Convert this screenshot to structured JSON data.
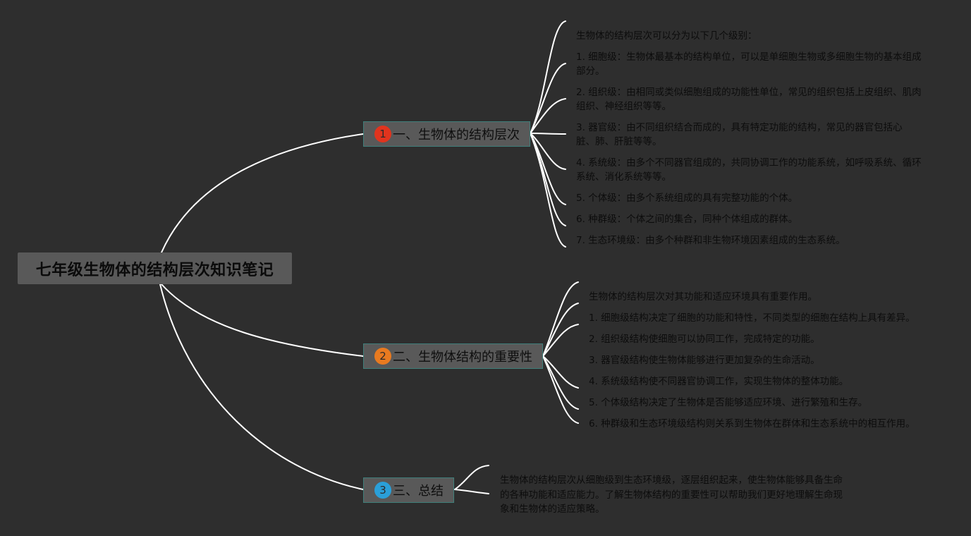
{
  "colors": {
    "background": "#2e2e2e",
    "node_fill": "#595959",
    "node_border": "#3f7f7a",
    "link": "#ffffff"
  },
  "root": {
    "title": "七年级生物体的结构层次知识笔记"
  },
  "branches": [
    {
      "number": "1",
      "badge_color": "#e0341e",
      "label": "一、生物体的结构层次",
      "items": [
        "生物体的结构层次可以分为以下几个级别：",
        "1. 细胞级：生物体最基本的结构单位，可以是单细胞生物或多细胞生物的基本组成部分。",
        "2. 组织级：由相同或类似细胞组成的功能性单位，常见的组织包括上皮组织、肌肉组织、神经组织等等。",
        "3. 器官级：由不同组织结合而成的，具有特定功能的结构，常见的器官包括心脏、肺、肝脏等等。",
        "4. 系统级：由多个不同器官组成的，共同协调工作的功能系统，如呼吸系统、循环系统、消化系统等等。",
        "5. 个体级：由多个系统组成的具有完整功能的个体。",
        "6. 种群级：个体之间的集合，同种个体组成的群体。",
        "7. 生态环境级：由多个种群和非生物环境因素组成的生态系统。"
      ]
    },
    {
      "number": "2",
      "badge_color": "#e87a20",
      "label": "二、生物体结构的重要性",
      "items": [
        "生物体的结构层次对其功能和适应环境具有重要作用。",
        "1. 细胞级结构决定了细胞的功能和特性，不同类型的细胞在结构上具有差异。",
        "2. 组织级结构使细胞可以协同工作，完成特定的功能。",
        "3. 器官级结构使生物体能够进行更加复杂的生命活动。",
        "4. 系统级结构使不同器官协调工作，实现生物体的整体功能。",
        "5. 个体级结构决定了生物体是否能够适应环境、进行繁殖和生存。",
        "6. 种群级和生态环境级结构则关系到生物体在群体和生态系统中的相互作用。"
      ]
    },
    {
      "number": "3",
      "badge_color": "#2a9fd8",
      "label": "三、总结",
      "items": [
        "生物体的结构层次从细胞级到生态环境级，逐层组织起来，使生物体能够具备生命的各种功能和适应能力。了解生物体结构的重要性可以帮助我们更好地理解生命现象和生物体的适应策略。"
      ]
    }
  ]
}
